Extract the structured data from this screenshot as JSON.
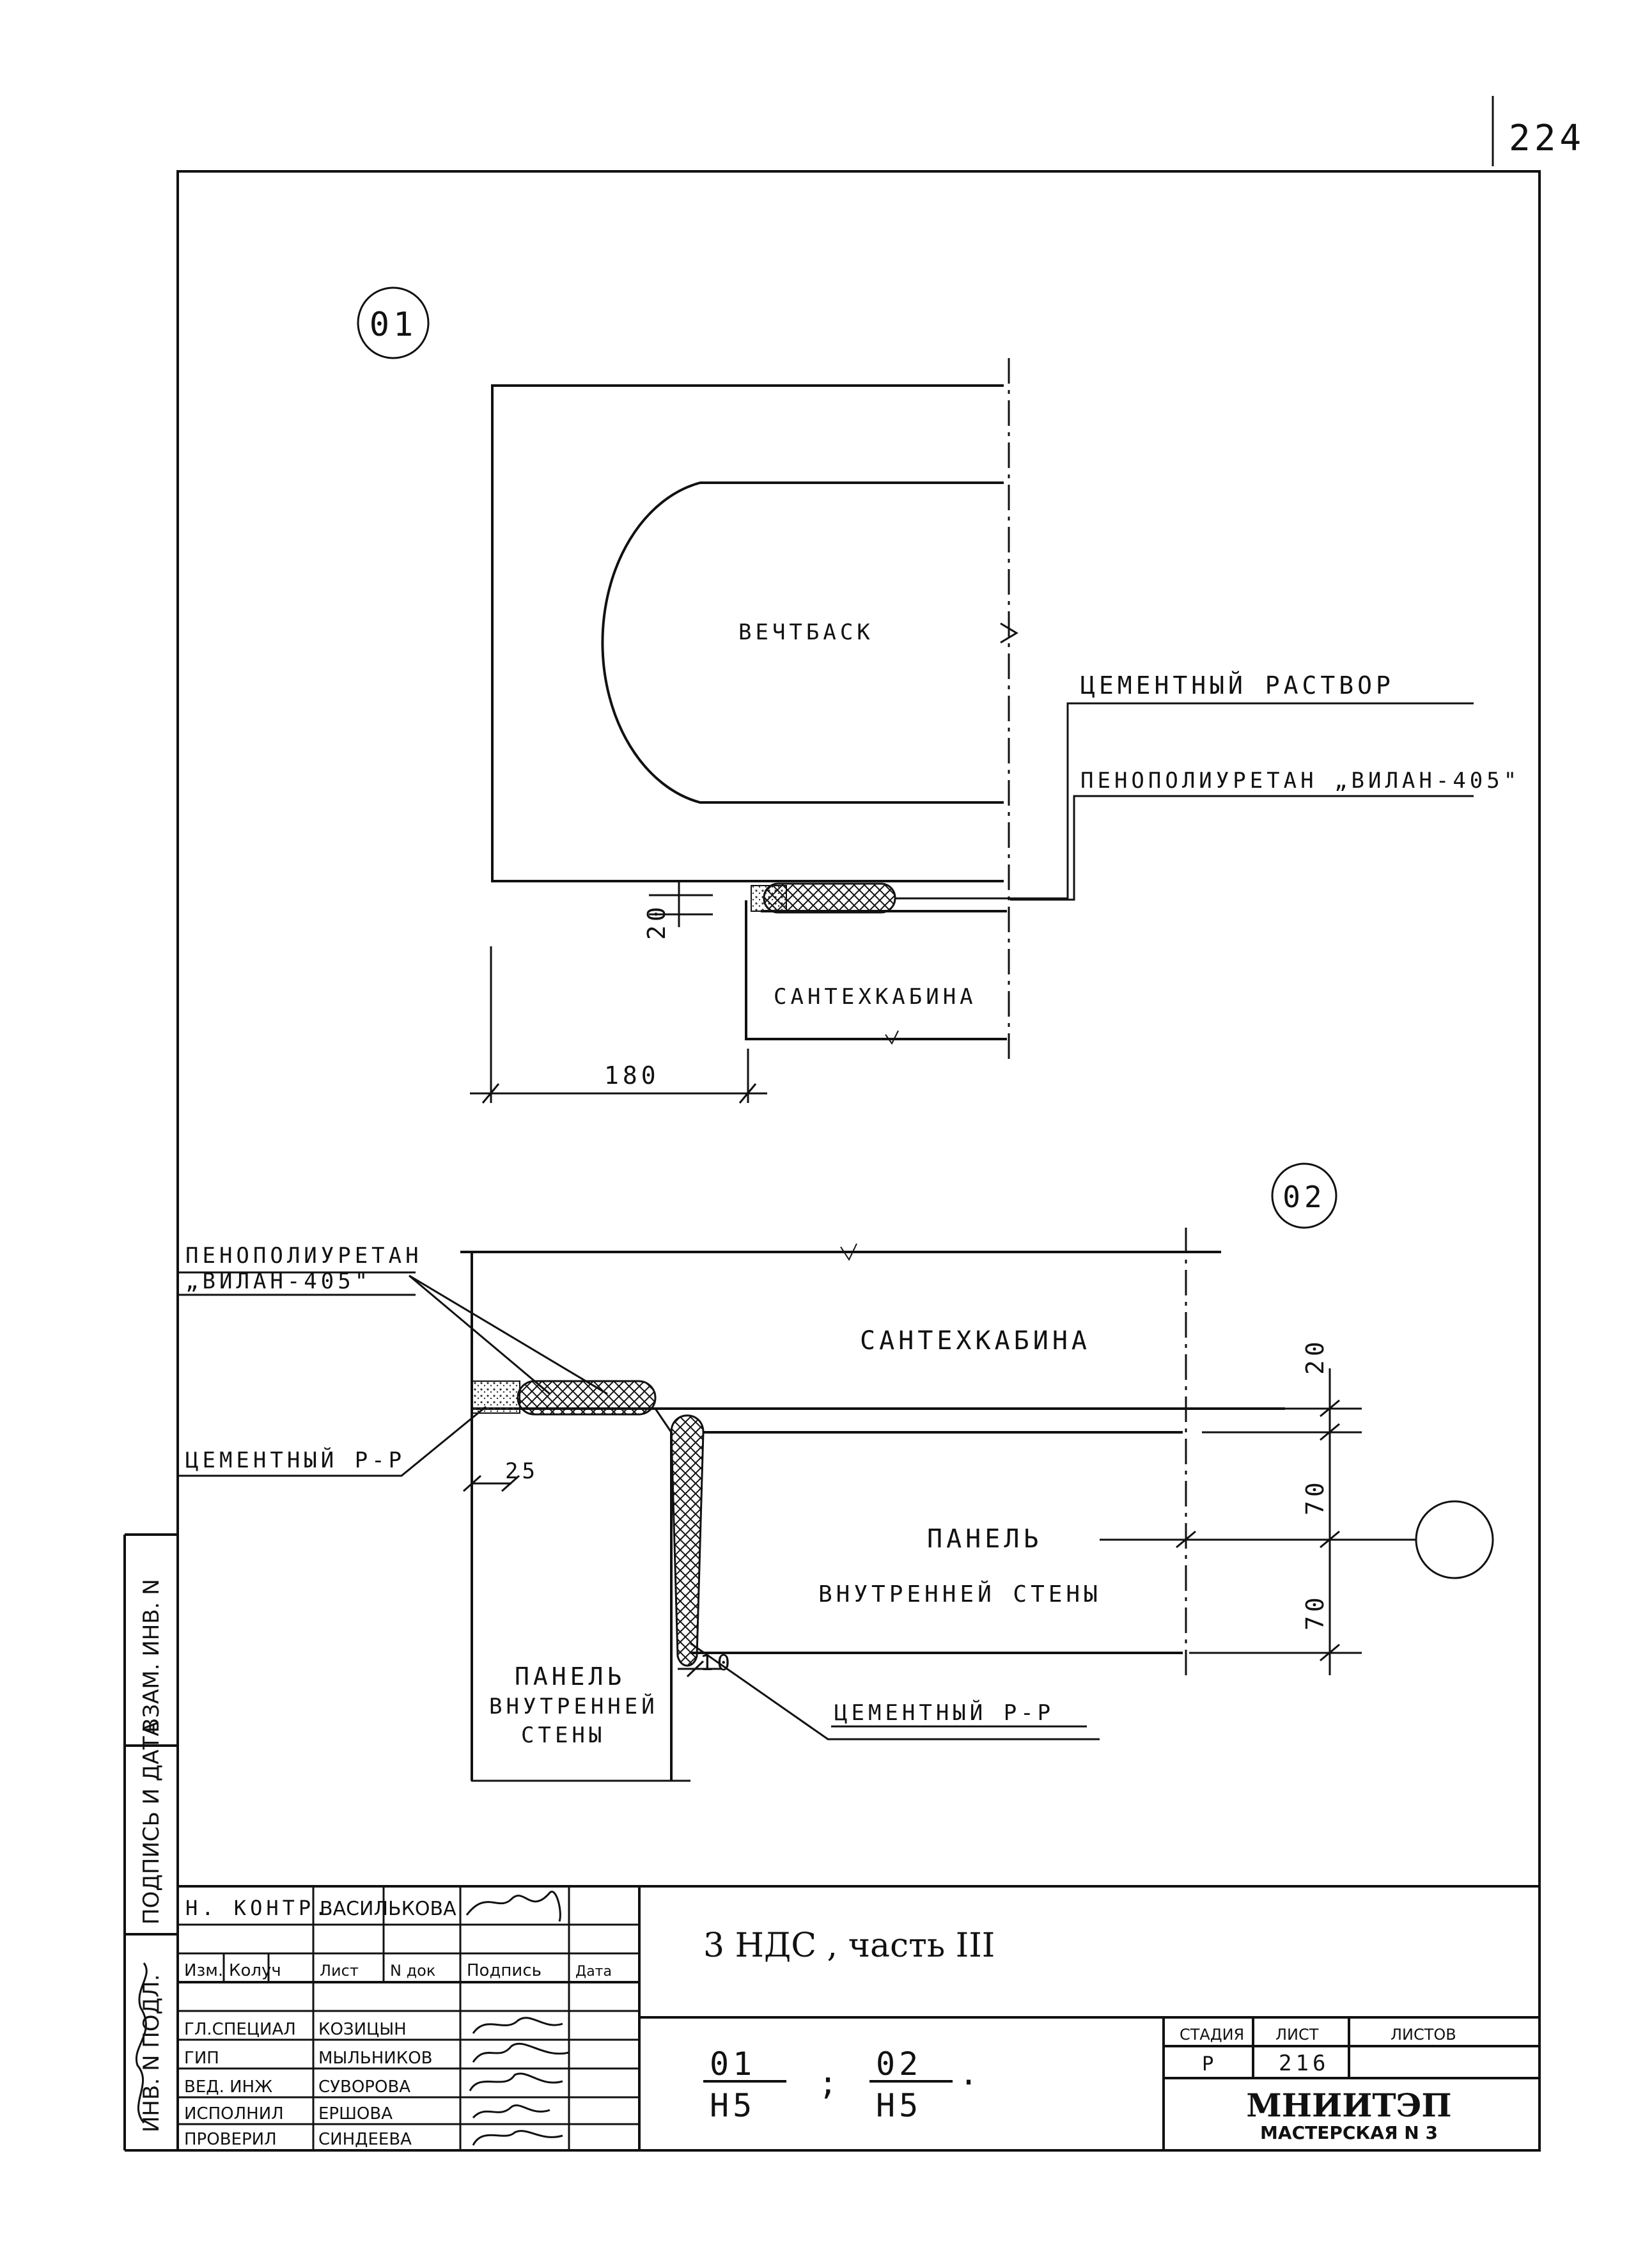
{
  "sheet_number": "224",
  "details": {
    "detail_01": {
      "marker": "01",
      "bath_label": "ВЕЧТБАСК",
      "cabin_label": "САНТЕХКАБИНА",
      "callout_mortar": "ЦЕМЕНТНЫЙ РАСТВОР",
      "callout_foam": "ПЕНОПОЛИУРЕТАН „ВИЛАН-405\"",
      "dim_gap": "20",
      "dim_width": "180"
    },
    "detail_02": {
      "marker": "02",
      "cabin_label": "САНТЕХКАБИНА",
      "foam_label_line1": "ПЕНОПОЛИУРЕТАН",
      "foam_label_line2": "„ВИЛАН-405\"",
      "mortar_left": "ЦЕМЕНТНЫЙ Р-Р",
      "mortar_right": "ЦЕМЕНТНЫЙ Р-Р",
      "panel_right_line1": "ПАНЕЛЬ",
      "panel_right_line2": "ВНУТРЕННЕЙ СТЕНЫ",
      "panel_left_line1": "ПАНЕЛЬ",
      "panel_left_line2": "ВНУТРЕННЕЙ",
      "panel_left_line3": "СТЕНЫ",
      "dim_gap_top": "20",
      "dim_70_a": "70",
      "dim_70_b": "70",
      "dim_25": "25",
      "dim_10": "10"
    }
  },
  "side_stamp": {
    "inv_podl": "ИНВ. N ПОДЛ.",
    "podpis_data": "ПОДПИСЬ И ДАТА",
    "vzam_inv": "ВЗАМ. ИНВ. N"
  },
  "title_block": {
    "n_kontr_role": "Н. КОНТР.",
    "n_kontr_name": "ВАСИЛЬКОВА",
    "project_title": "3 НДС , часть III",
    "header_cols": [
      "Изм.",
      "Колуч",
      "Лист",
      "N док",
      "Подпись",
      "Дата"
    ],
    "people": [
      {
        "role": "ГЛ.СПЕЦИАЛ",
        "name": "КОЗИЦЫН"
      },
      {
        "role": "ГИП",
        "name": "МЫЛЬНИКОВ"
      },
      {
        "role": "ВЕД. ИНЖ",
        "name": "СУВОРОВА"
      },
      {
        "role": "ИСПОЛНИЛ",
        "name": "ЕРШОВА"
      },
      {
        "role": "ПРОВЕРИЛ",
        "name": "СИНДЕЕВА"
      }
    ],
    "ref_1_num": "01",
    "ref_1_den": "Н5",
    "ref_sep": ";",
    "ref_2_num": "02",
    "ref_2_den": "Н5",
    "ref_end": ".",
    "stage_label": "СТАДИЯ",
    "sheet_label": "ЛИСТ",
    "sheets_label": "ЛИСТОВ",
    "stage_value": "Р",
    "sheet_value": "216",
    "sheets_value": "",
    "org_name": "МНИИТЭП",
    "org_sub": "МАСТЕРСКАЯ N 3"
  }
}
